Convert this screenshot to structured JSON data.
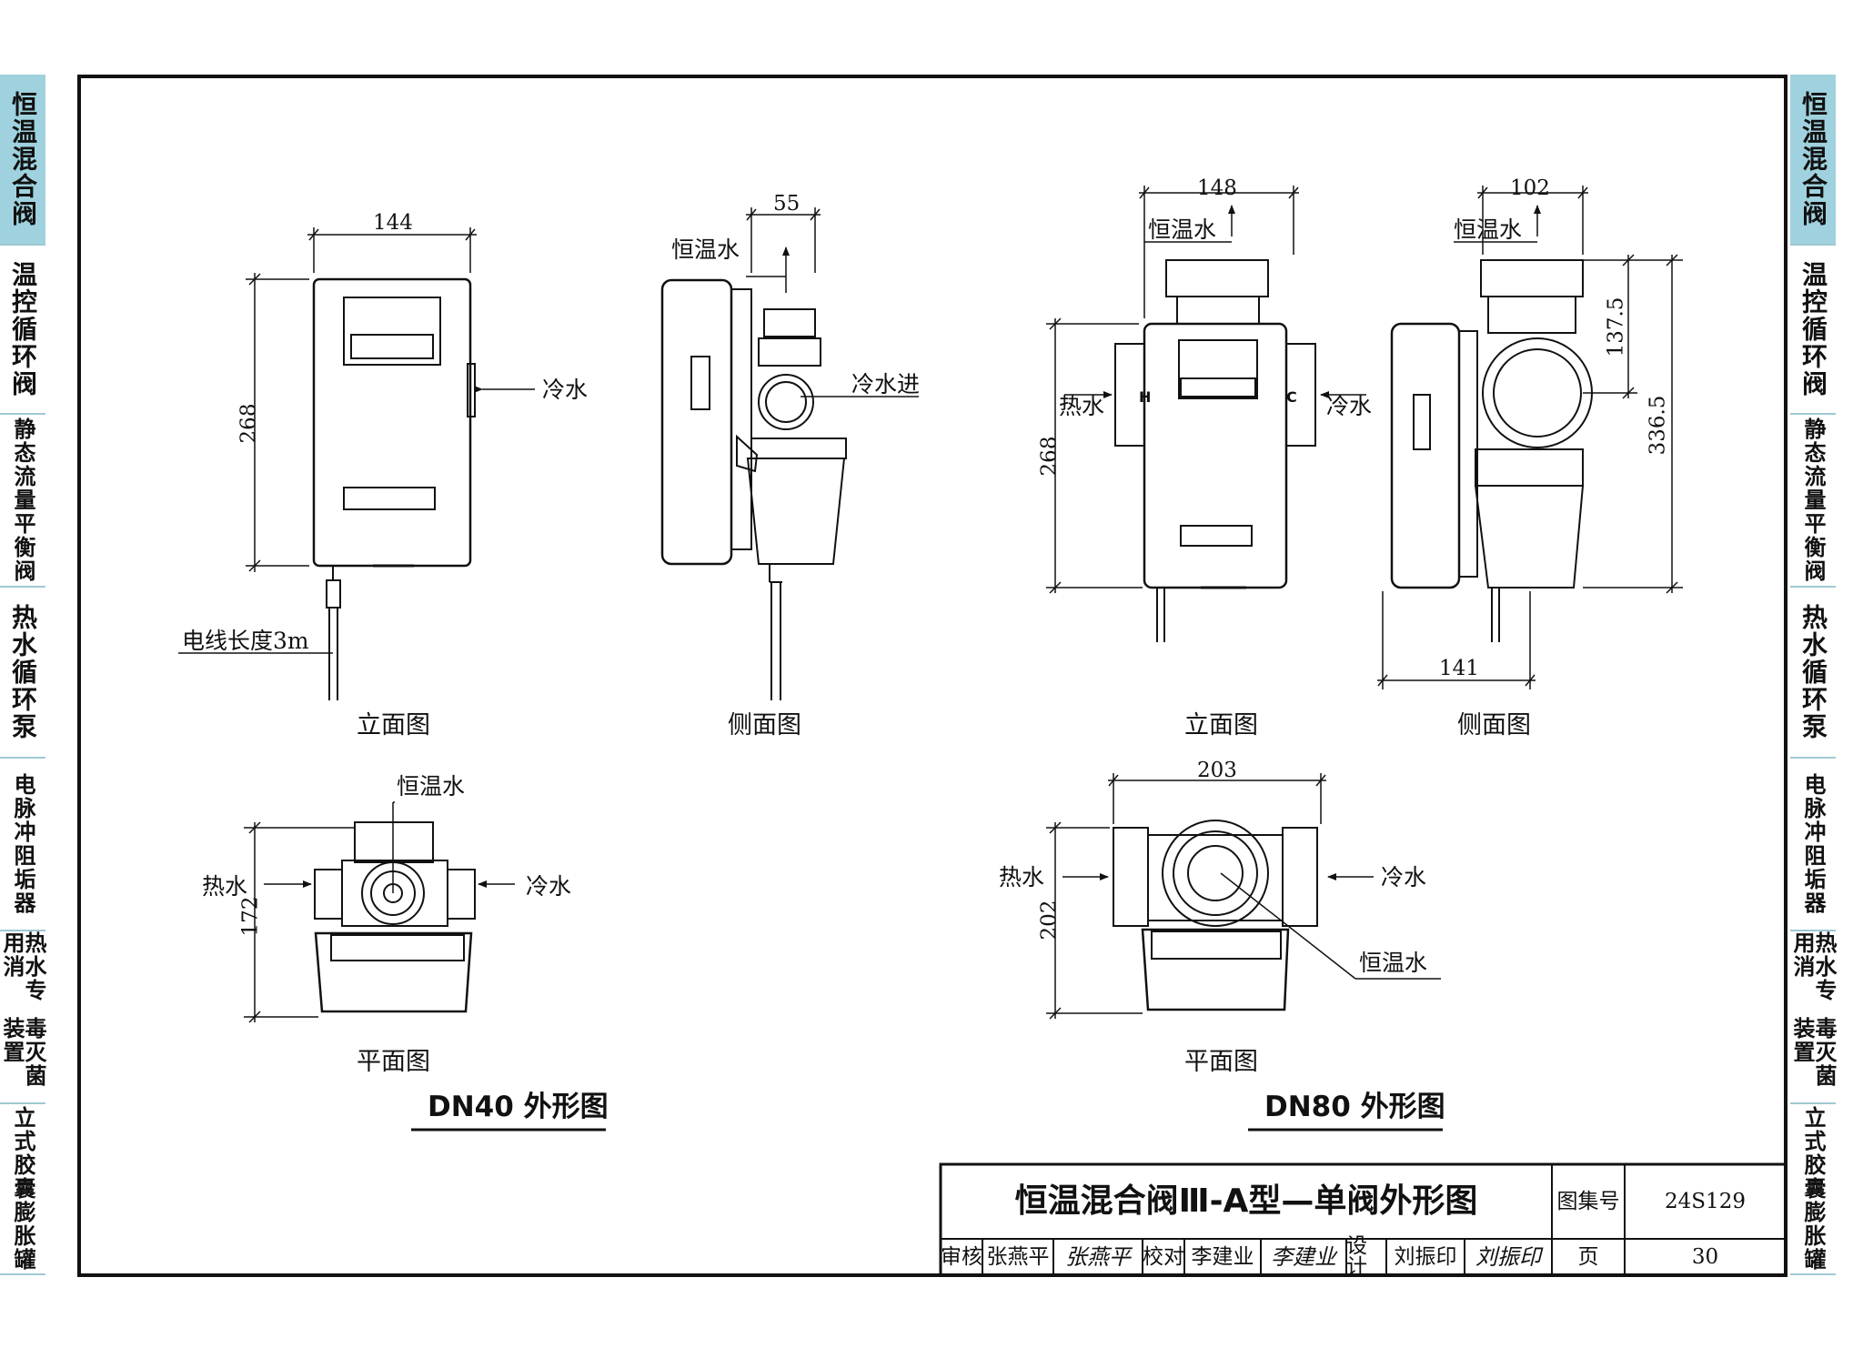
{
  "sidebar": {
    "left": [
      {
        "lines": [
          "恒温混合阀"
        ],
        "active": true
      },
      {
        "lines": [
          "温控循环阀"
        ],
        "active": false
      },
      {
        "lines": [
          "流量平衡阀",
          "静态"
        ],
        "active": false
      },
      {
        "lines": [
          "热水循环泵"
        ],
        "active": false
      },
      {
        "lines": [
          "脉冲阻垢器",
          "电"
        ],
        "active": false
      },
      {
        "lines": [
          "毒灭菌装置",
          "热水专用消"
        ],
        "active": false
      },
      {
        "lines": [
          "胶囊膨胀罐",
          "立式"
        ],
        "active": false
      }
    ],
    "right": [
      {
        "lines": [
          "恒温混合阀"
        ],
        "active": true
      },
      {
        "lines": [
          "温控循环阀"
        ],
        "active": false
      },
      {
        "lines": [
          "流量平衡阀",
          "静态"
        ],
        "active": false
      },
      {
        "lines": [
          "热水循环泵"
        ],
        "active": false
      },
      {
        "lines": [
          "脉冲阻垢器",
          "电"
        ],
        "active": false
      },
      {
        "lines": [
          "毒灭菌装置",
          "热水专用消"
        ],
        "active": false
      },
      {
        "lines": [
          "胶囊膨胀罐",
          "立式"
        ],
        "active": false
      }
    ]
  },
  "dn40": {
    "group_title": "DN40 外形图",
    "front": {
      "caption": "立面图",
      "dim_width": "144",
      "dim_height": "268",
      "cold_water": "冷水",
      "cable_note": "电线长度3m"
    },
    "side": {
      "caption": "侧面图",
      "dim_depth": "55",
      "mixed_water": "恒温水",
      "cold_inlet": "冷水进"
    },
    "plan": {
      "caption": "平面图",
      "mixed_water": "恒温水",
      "hot_water": "热水",
      "cold_water": "冷水",
      "dim_depth": "172"
    }
  },
  "dn80": {
    "group_title": "DN80 外形图",
    "front": {
      "caption": "立面图",
      "dim_width": "148",
      "dim_height": "268",
      "mixed_water": "恒温水",
      "hot_water": "热水",
      "cold_water": "冷水",
      "mark_h": "H",
      "mark_c": "C"
    },
    "side": {
      "caption": "侧面图",
      "dim_top": "102",
      "dim_bottom": "141",
      "dim_upper": "137.5",
      "dim_total": "336.5",
      "mixed_water": "恒温水"
    },
    "plan": {
      "caption": "平面图",
      "dim_width": "203",
      "dim_depth": "202",
      "hot_water": "热水",
      "cold_water": "冷水",
      "mixed_water": "恒温水"
    }
  },
  "title_block": {
    "title": "恒温混合阀Ⅲ-A型—单阀外形图",
    "atlas_label": "图集号",
    "atlas_no": "24S129",
    "page_label": "页",
    "page_no": "30",
    "review_label": "审核",
    "reviewer": "张燕平",
    "reviewer_sig": "张燕平",
    "check_label": "校对",
    "checker": "李建业",
    "checker_sig": "李建业",
    "design_label": "设计",
    "designer": "刘振印",
    "designer_sig": "刘振印"
  }
}
